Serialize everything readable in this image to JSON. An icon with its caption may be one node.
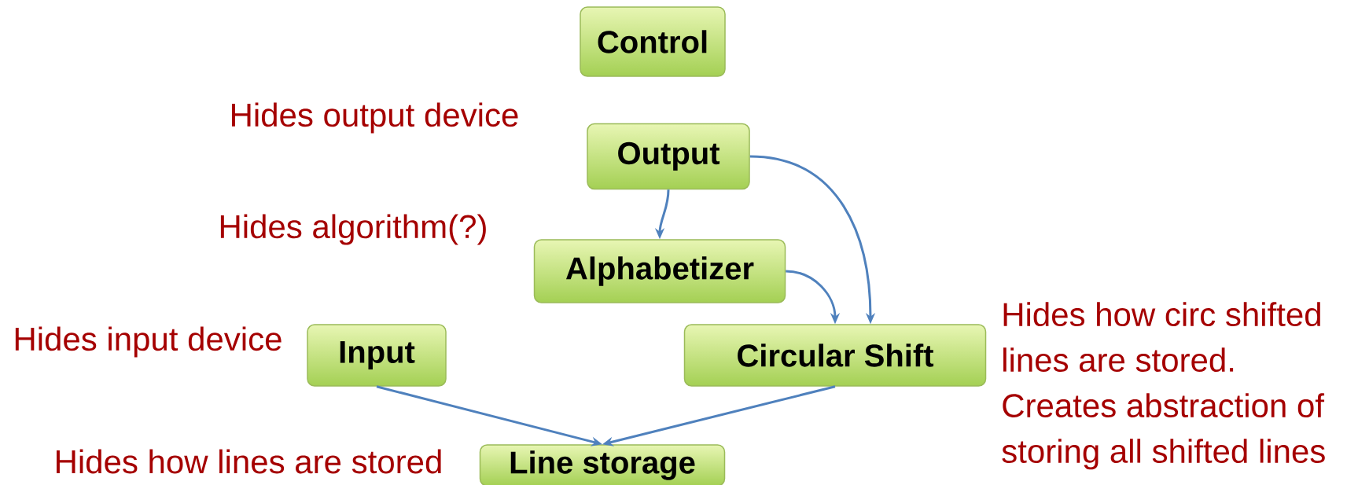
{
  "diagram": {
    "nodes": [
      {
        "text": [
          "Control"
        ]
      },
      {
        "text": [
          "Output"
        ]
      },
      {
        "text": [
          "Alphabetizer"
        ]
      },
      {
        "text": [
          "Input"
        ]
      },
      {
        "text": [
          "Circular Shift"
        ]
      },
      {
        "text": [
          "Line storage"
        ]
      }
    ],
    "edges": [
      {
        "from": 1,
        "to": 2,
        "arrow": "to"
      },
      {
        "from": 1,
        "to": 4,
        "arrow": "to"
      },
      {
        "from": 2,
        "to": 4,
        "arrow": "to"
      },
      {
        "from": 3,
        "to": 5,
        "arrow": "to"
      },
      {
        "from": 4,
        "to": 5,
        "arrow": "to"
      }
    ],
    "labels": [
      "Hides output device",
      "Hides algorithm(?)",
      "Hides input device",
      "Hides how circ shifted lines are stored.",
      "Creates abstraction of storing all shifted lines",
      "Hides how lines are stored"
    ]
  }
}
